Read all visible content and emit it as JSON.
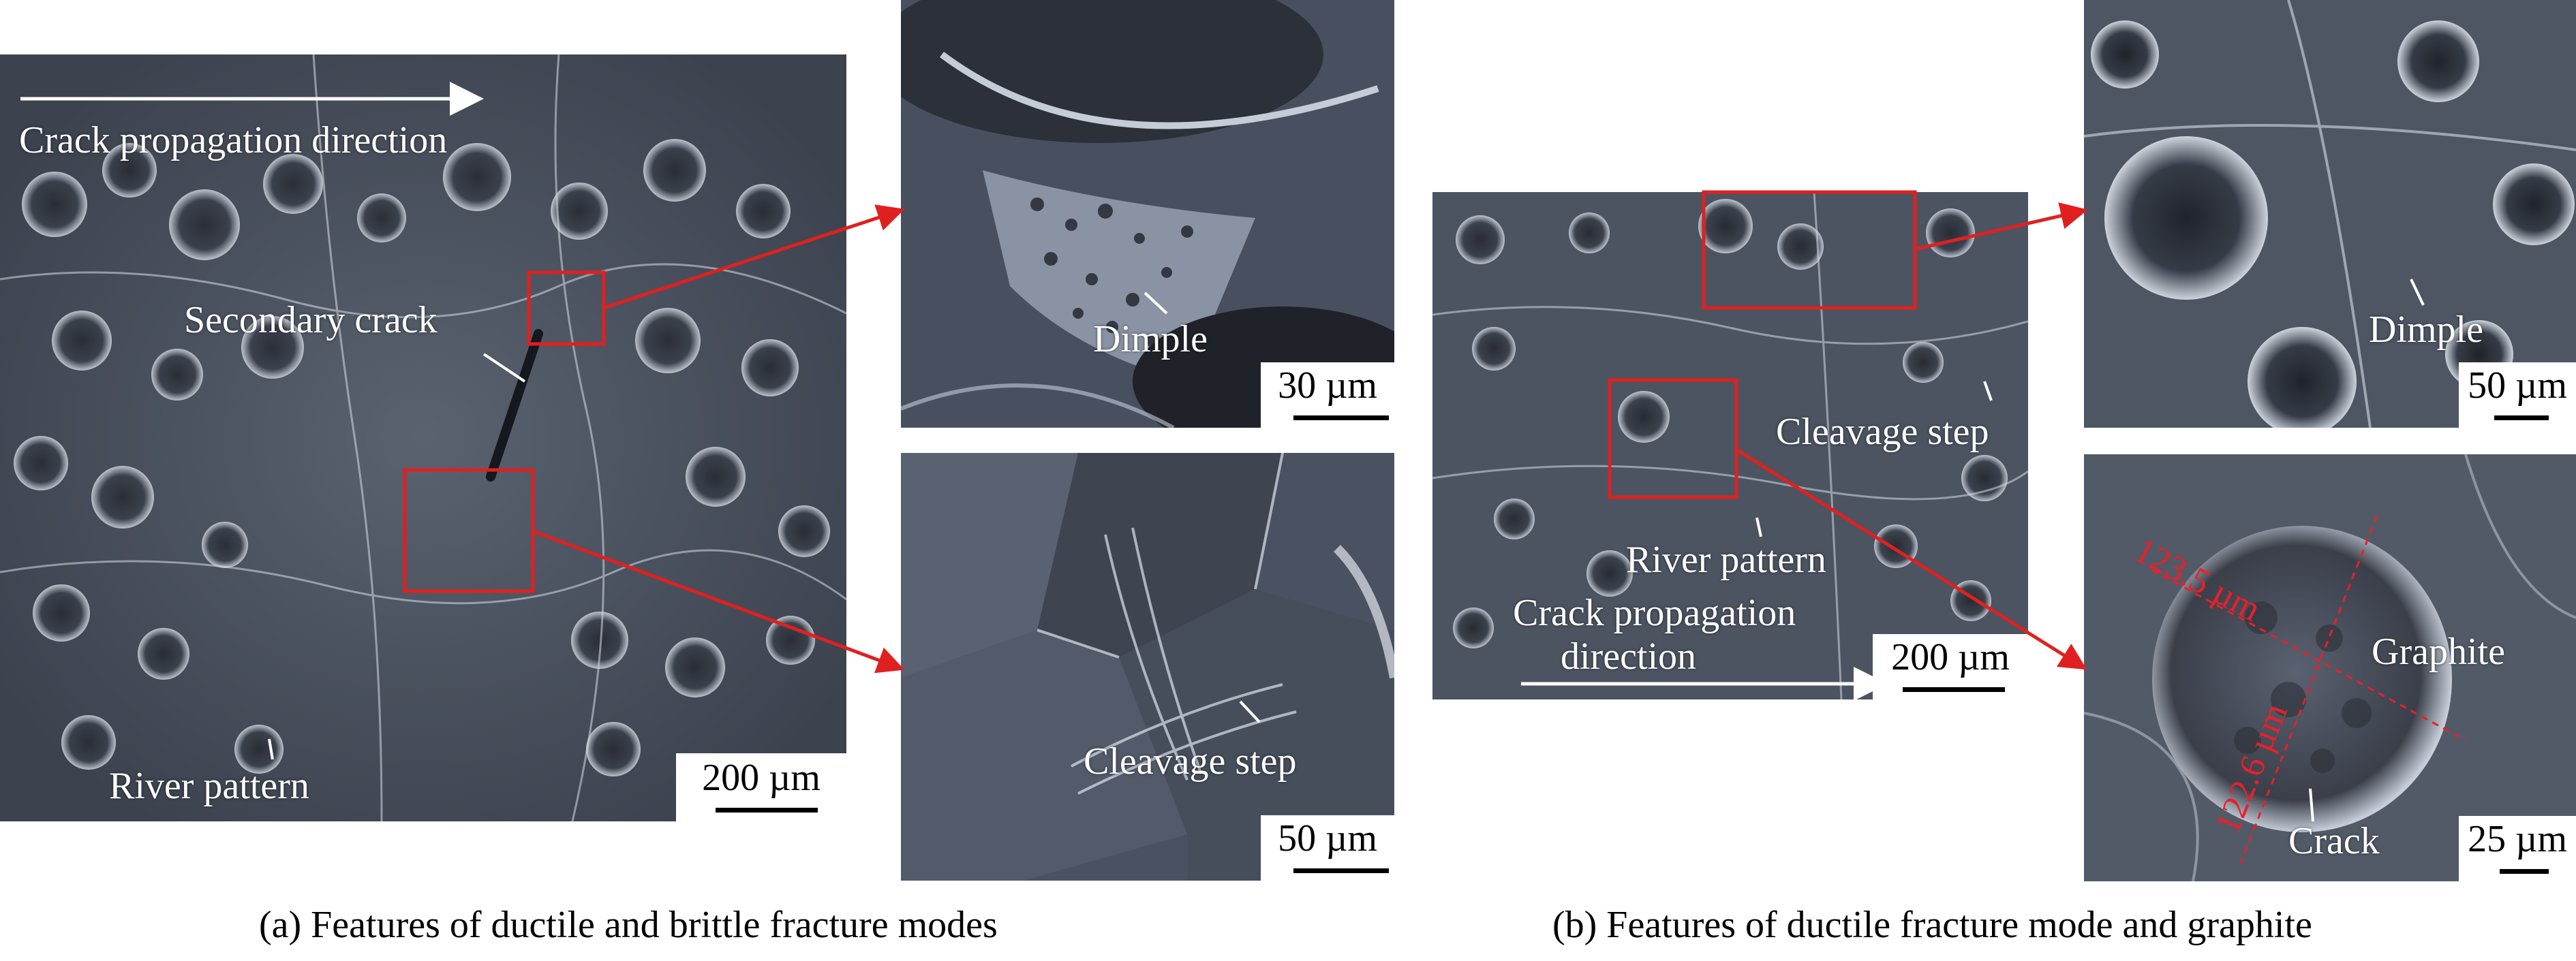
{
  "panel_a": {
    "main": {
      "labels": {
        "crack_direction": "Crack propagation direction",
        "secondary_crack": "Secondary crack",
        "river_pattern": "River pattern"
      },
      "scale": "200 µm"
    },
    "zoom_top": {
      "label": "Dimple",
      "scale": "30 µm"
    },
    "zoom_bottom": {
      "label": "Cleavage step",
      "scale": "50 µm"
    },
    "caption": "(a) Features of ductile and brittle fracture modes"
  },
  "panel_b": {
    "main": {
      "labels": {
        "cleavage_step": "Cleavage step",
        "river_pattern": "River pattern",
        "crack_direction_line1": "Crack propagation",
        "crack_direction_line2": "direction"
      },
      "scale": "200 µm"
    },
    "zoom_top": {
      "label": "Dimple",
      "scale": "50 µm"
    },
    "zoom_bottom": {
      "labels": {
        "graphite": "Graphite",
        "crack": "Crack",
        "measure_1": "123.5 µm",
        "measure_2": "122.6 µm"
      },
      "scale": "25 µm"
    },
    "caption": "(b) Features of ductile fracture mode and graphite"
  },
  "colors": {
    "highlight": "#e02020",
    "annotation_text": "#ffffff",
    "measure_text": "#e8202a",
    "sem_background": "#4a5260"
  }
}
